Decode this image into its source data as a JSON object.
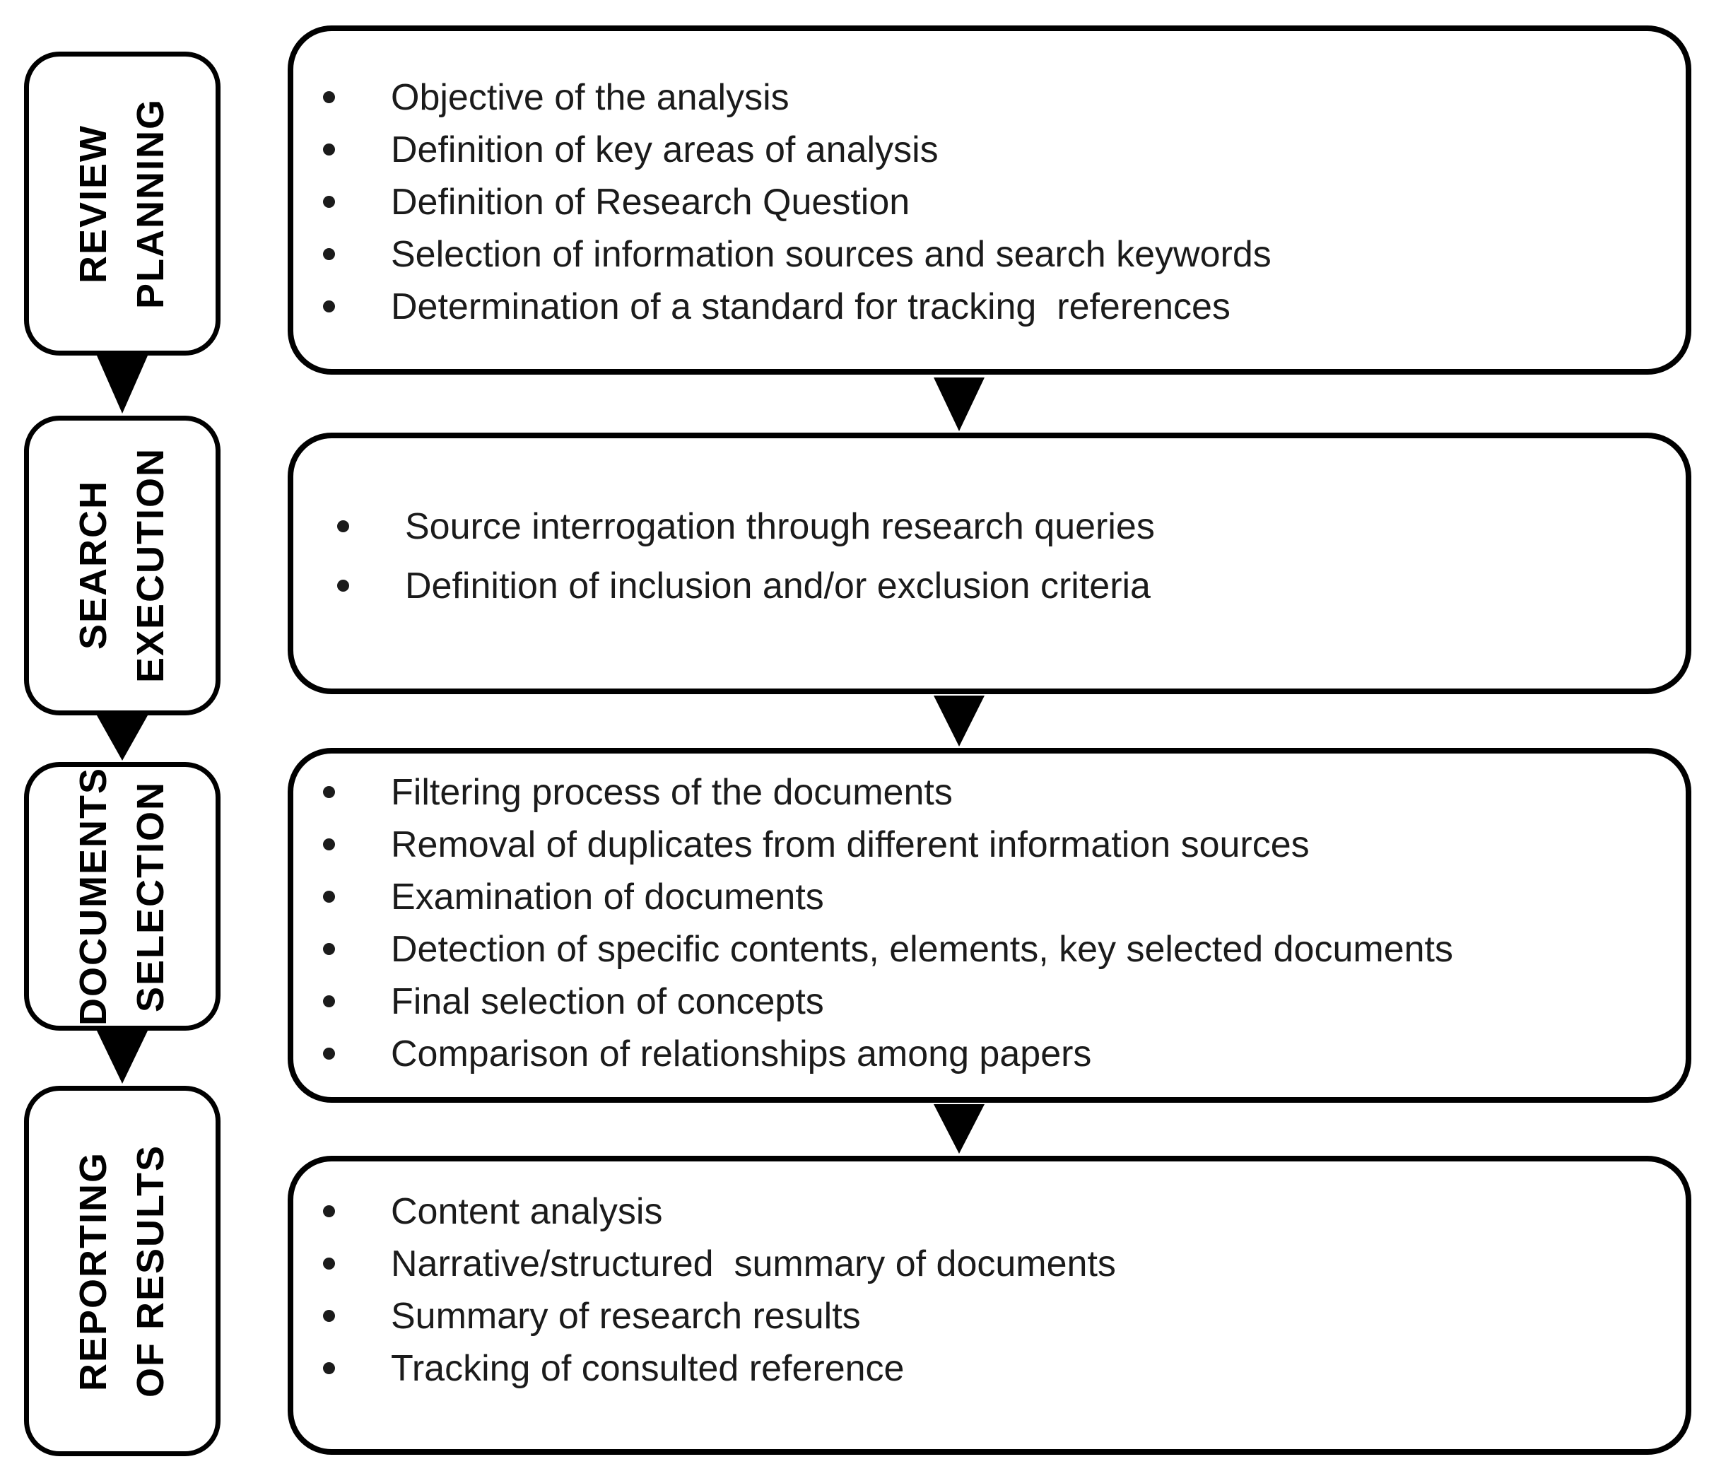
{
  "colors": {
    "stroke": "#000000",
    "text": "#1b1b1b",
    "background": "#ffffff"
  },
  "connector_icon": "down-arrow",
  "stages": [
    {
      "id": "review-planning",
      "label_lines": [
        "REVIEW",
        "PLANNING"
      ],
      "items": [
        "Objective of the analysis",
        "Definition of key areas of analysis",
        "Definition of Research Question",
        "Selection of information sources and search keywords",
        "Determination of a standard for tracking  references"
      ]
    },
    {
      "id": "search-execution",
      "label_lines": [
        "SEARCH",
        "EXECUTION"
      ],
      "items": [
        "Source interrogation through research queries",
        "Definition of inclusion and/or exclusion criteria"
      ]
    },
    {
      "id": "documents-selection",
      "label_lines": [
        "DOCUMENTS",
        "SELECTION"
      ],
      "items": [
        "Filtering process of the documents",
        "Removal of duplicates from different information sources",
        "Examination of documents",
        "Detection of specific contents, elements, key selected documents",
        "Final selection of concepts",
        "Comparison of relationships among papers"
      ]
    },
    {
      "id": "reporting-of-results",
      "label_lines": [
        "REPORTING",
        "OF RESULTS"
      ],
      "items": [
        "Content analysis",
        "Narrative/structured  summary of documents",
        "Summary of research results",
        "Tracking of consulted reference"
      ]
    }
  ]
}
